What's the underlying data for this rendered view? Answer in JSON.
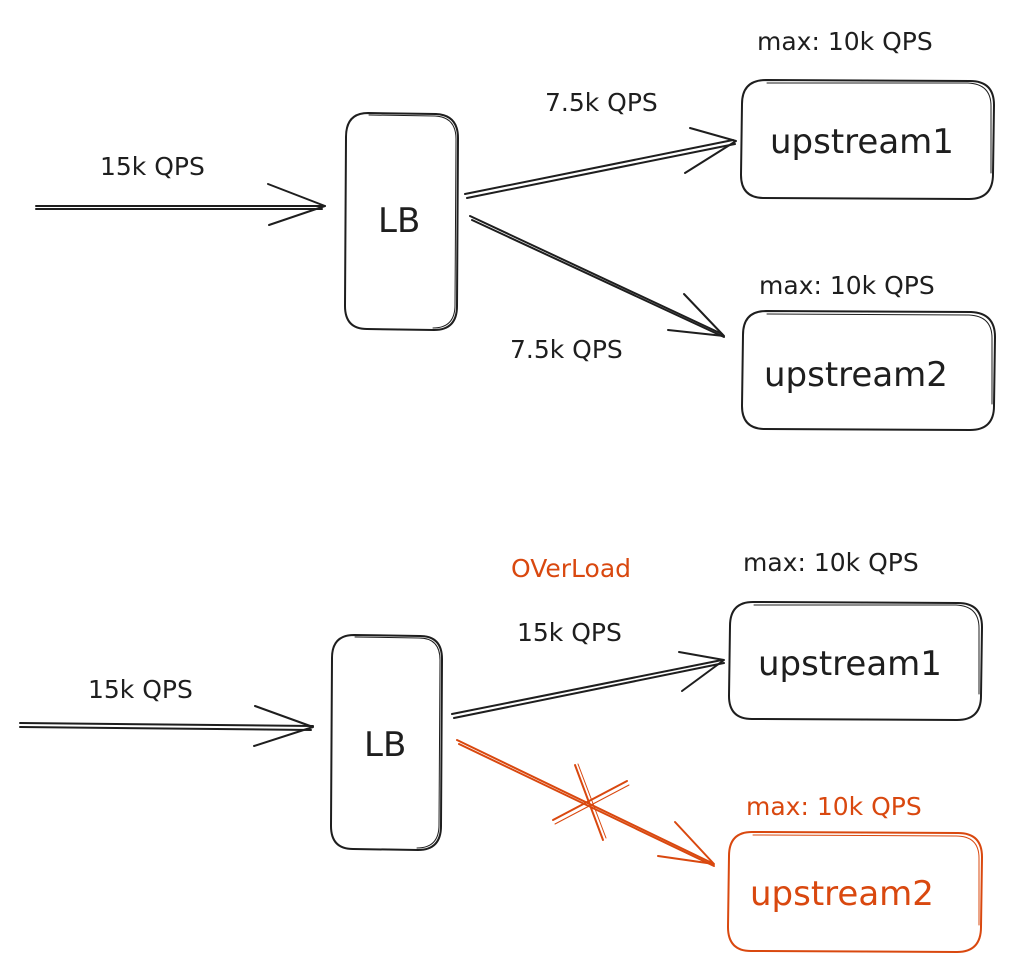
{
  "colors": {
    "ink": "#1e1e1e",
    "alert": "#d9480f",
    "background": "#ffffff"
  },
  "top": {
    "input_label": "15k QPS",
    "lb_label": "LB",
    "edge1_label": "7.5k QPS",
    "edge2_label": "7.5k QPS",
    "upstream1": {
      "label": "upstream1",
      "capacity": "max: 10k QPS"
    },
    "upstream2": {
      "label": "upstream2",
      "capacity": "max: 10k QPS"
    }
  },
  "bottom": {
    "input_label": "15k QPS",
    "lb_label": "LB",
    "overload_label": "OVerLoad",
    "edge1_label": "15k QPS",
    "upstream1": {
      "label": "upstream1",
      "capacity": "max: 10k QPS"
    },
    "upstream2": {
      "label": "upstream2",
      "capacity": "max: 10k QPS"
    }
  }
}
